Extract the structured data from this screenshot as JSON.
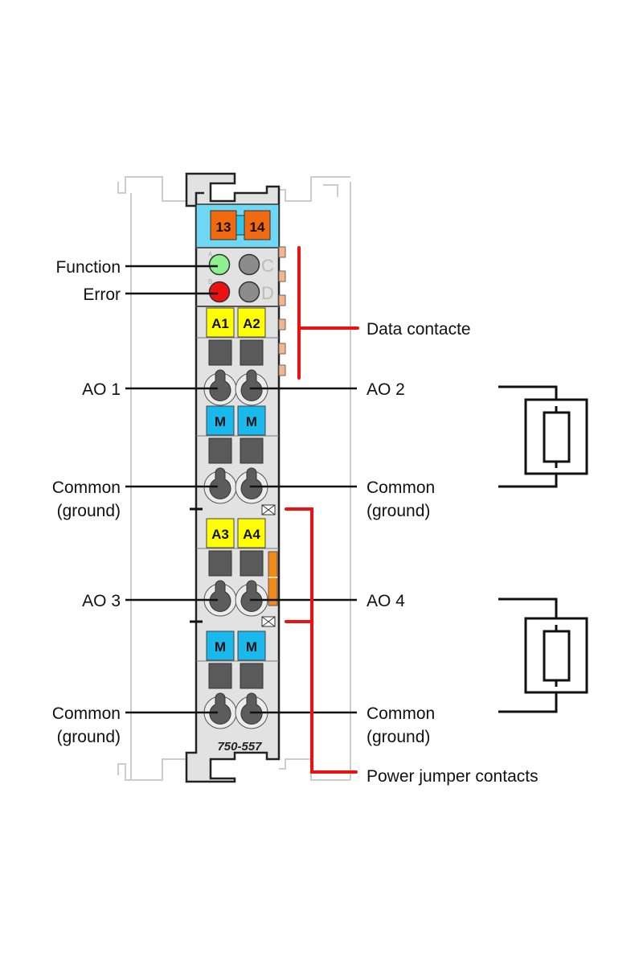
{
  "module": {
    "part_number": "750-557",
    "top_terminals": [
      "13",
      "14"
    ],
    "leds": [
      {
        "letter": "A",
        "color": "#8ef08e",
        "name": "Function"
      },
      {
        "letter": "B",
        "color": "#ee1111",
        "name": "Error"
      },
      {
        "letter": "C",
        "color": "#8c8c8c"
      },
      {
        "letter": "D",
        "color": "#8c8c8c"
      }
    ],
    "blocks": [
      {
        "left": "A1",
        "right": "A2",
        "kind": "signal"
      },
      {
        "left": "M",
        "right": "M",
        "kind": "ground"
      },
      {
        "left": "A3",
        "right": "A4",
        "kind": "signal"
      },
      {
        "left": "M",
        "right": "M",
        "kind": "ground"
      }
    ]
  },
  "labels": {
    "function": "Function",
    "error": "Error",
    "ao1": "AO 1",
    "ao2": "AO 2",
    "ao3": "AO 3",
    "ao4": "AO 4",
    "common": "Common",
    "ground": "(ground)",
    "data_contacts": "Data contacte",
    "power_jumper": "Power jumper contacts"
  },
  "colors": {
    "signal_terminal": "#ffff00",
    "ground_terminal": "#19b9ee",
    "top_terminal": "#f26a10",
    "top_band": "#6fd8f5",
    "housing": "#e2e2e2",
    "callout_red": "#ee1111",
    "contact_orange": "#f5b48a"
  }
}
